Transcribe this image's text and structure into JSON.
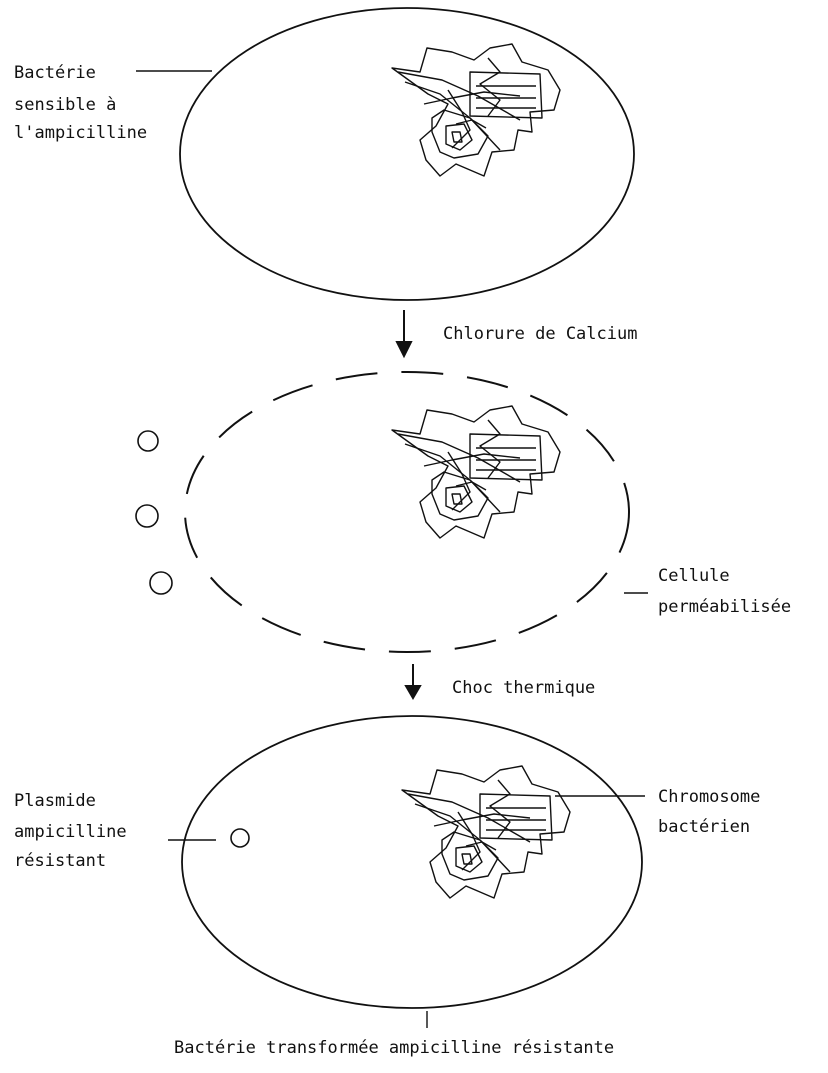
{
  "labels": {
    "sensitive": [
      "Bactérie",
      "sensible à",
      "l'ampicilline"
    ],
    "step1": "Chlorure de Calcium",
    "permeabilized": [
      "Cellule",
      "perméabilisée"
    ],
    "step2": "Choc thermique",
    "plasmid": [
      "Plasmide",
      "ampicilline",
      "résistant"
    ],
    "chromosome": [
      "Chromosome",
      "bactérien"
    ],
    "transformed": "Bactérie transformée ampicilline résistante"
  },
  "colors": {
    "ink": "#111111",
    "background": "#ffffff"
  }
}
